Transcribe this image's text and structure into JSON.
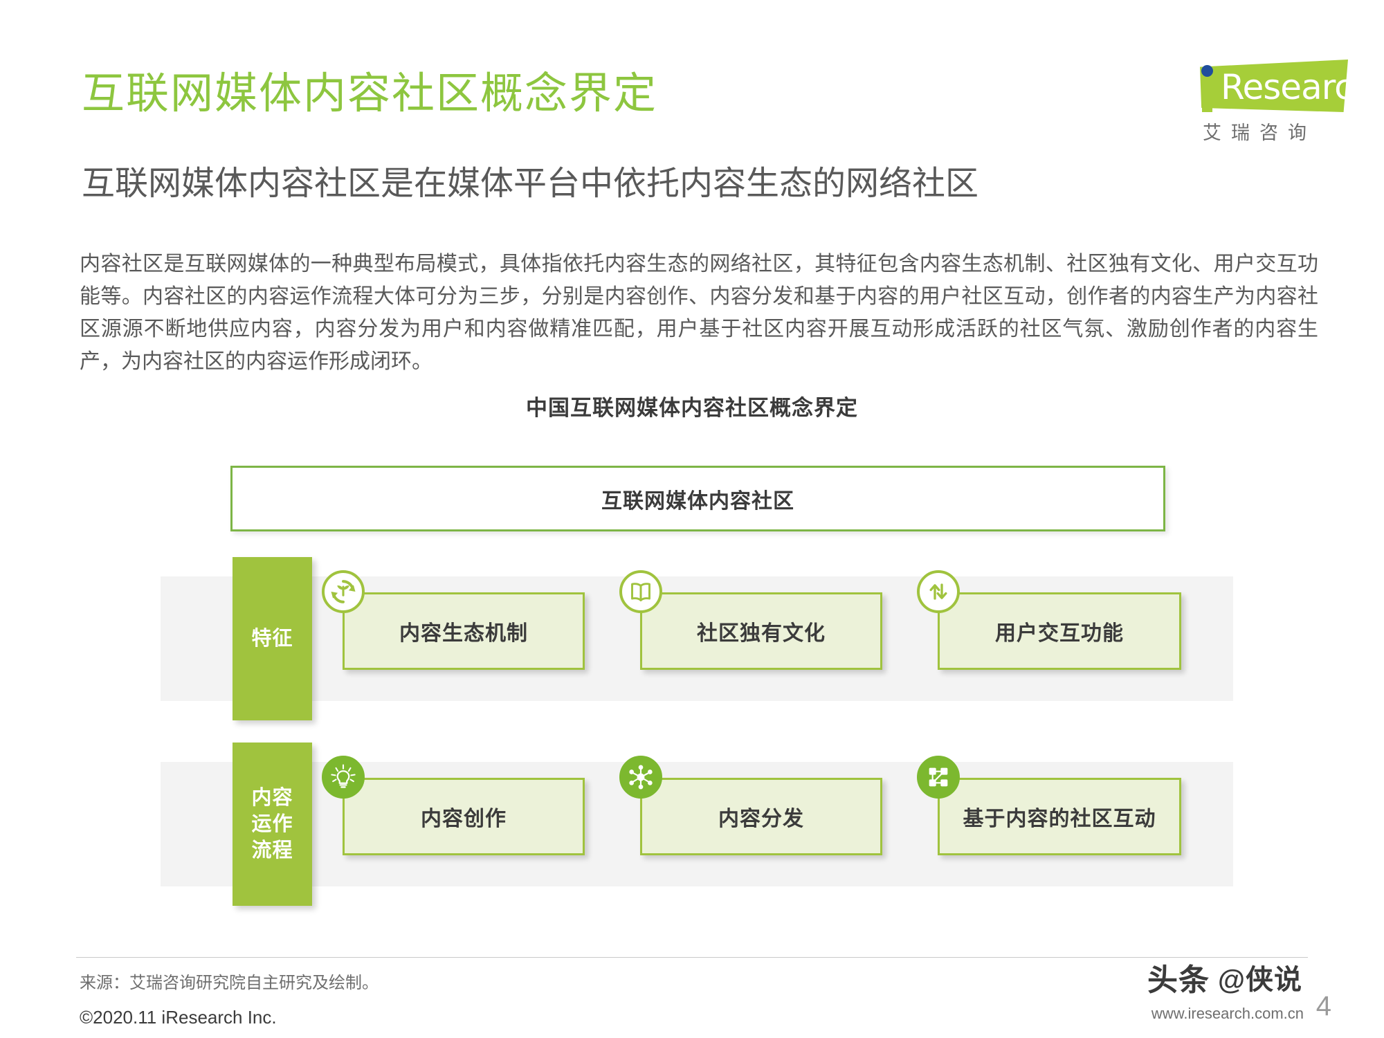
{
  "header": {
    "title_main": "互联网媒体内容社区概念界定",
    "title_sub": "互联网媒体内容社区是在媒体平台中依托内容生态的网络社区",
    "title_color": "#8DC63F",
    "subtitle_color": "#595959"
  },
  "logo": {
    "word": "Research",
    "i_letter": "i",
    "cn_name": "艾瑞咨询",
    "brand_green": "#A6CE39",
    "dot_blue": "#1F4E9C"
  },
  "body": {
    "paragraph": "内容社区是互联网媒体的一种典型布局模式，具体指依托内容生态的网络社区，其特征包含内容生态机制、社区独有文化、用户交互功能等。内容社区的内容运作流程大体可分为三步，分别是内容创作、内容分发和基于内容的用户社区互动，创作者的内容生产为内容社区源源不断地供应内容，内容分发为用户和内容做精准匹配，用户基于社区内容开展互动形成活跃的社区气氛、激励创作者的内容生产，为内容社区的内容运作形成闭环。"
  },
  "figure": {
    "title": "中国互联网媒体内容社区概念界定",
    "top_box_label": "互联网媒体内容社区",
    "accent_green": "#A0C33E",
    "card_fill": "#ECF2D9",
    "band_fill": "#F3F3F3",
    "rows": [
      {
        "tab_label": "特征",
        "cards": [
          {
            "label": "内容生态机制",
            "icon": "recycle-leaf-icon",
            "icon_style": "outline"
          },
          {
            "label": "社区独有文化",
            "icon": "open-book-icon",
            "icon_style": "outline"
          },
          {
            "label": "用户交互功能",
            "icon": "exchange-arrows-icon",
            "icon_style": "outline"
          }
        ]
      },
      {
        "tab_label": "内容\n运作\n流程",
        "tab_lines": [
          "内容",
          "运作",
          "流程"
        ],
        "cards": [
          {
            "label": "内容创作",
            "icon": "lightbulb-icon",
            "icon_style": "filled"
          },
          {
            "label": "内容分发",
            "icon": "share-nodes-icon",
            "icon_style": "filled"
          },
          {
            "label": "基于内容的社区互动",
            "icon": "network-graph-icon",
            "icon_style": "filled"
          }
        ]
      }
    ]
  },
  "footer": {
    "source": "来源：艾瑞咨询研究院自主研究及绘制。",
    "copyright": "©2020.11 iResearch Inc.",
    "site_url": "www.iresearch.com.cn",
    "page_number": "4",
    "watermark_brand": "头条",
    "watermark_handle": "@侠说"
  },
  "chart_data": {
    "type": "diagram",
    "title": "中国互联网媒体内容社区概念界定",
    "root": "互联网媒体内容社区",
    "groups": [
      {
        "name": "特征",
        "items": [
          "内容生态机制",
          "社区独有文化",
          "用户交互功能"
        ]
      },
      {
        "name": "内容运作流程",
        "items": [
          "内容创作",
          "内容分发",
          "基于内容的社区互动"
        ]
      }
    ]
  }
}
